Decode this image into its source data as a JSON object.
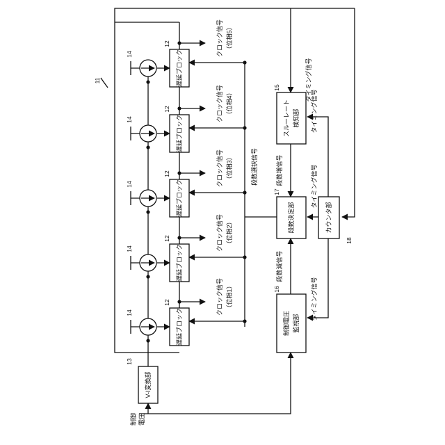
{
  "figure_ref": "11",
  "delay_blocks": [
    {
      "label": "遅延ブロック",
      "ref": "12",
      "source_ref": "14",
      "output": "クロック信号",
      "phase": "（位相1）"
    },
    {
      "label": "遅延ブロック",
      "ref": "12",
      "source_ref": "14",
      "output": "クロック信号",
      "phase": "（位相2）"
    },
    {
      "label": "遅延ブロック",
      "ref": "12",
      "source_ref": "14",
      "output": "クロック信号",
      "phase": "（位相3）"
    },
    {
      "label": "遅延ブロック",
      "ref": "12",
      "source_ref": "14",
      "output": "クロック信号",
      "phase": "（位相4）"
    },
    {
      "label": "遅延ブロック",
      "ref": "12",
      "source_ref": "14",
      "output": "クロック信号",
      "phase": "（位相5）"
    }
  ],
  "vi_converter": {
    "label": "V-I変換部",
    "ref": "13"
  },
  "slew_rate_detector": {
    "label_line1": "スルーレート",
    "label_line2": "検知部",
    "ref": "15"
  },
  "control_voltage_monitor": {
    "label_line1": "制御電圧",
    "label_line2": "監視部",
    "ref": "16"
  },
  "stage_count_decider": {
    "label": "段数決定部",
    "ref": "17"
  },
  "counter": {
    "label": "カウンタ部",
    "ref": "18"
  },
  "signals": {
    "stage_select": "段数選択信号",
    "stage_increase": "段数増信号",
    "stage_decrease": "段数減信号",
    "timing_top": "タイミング信号",
    "timing_slew": "タイミング信号",
    "timing_decider": "タイミング信号",
    "timing_monitor": "タイミング信号"
  },
  "input": {
    "line1": "制御",
    "line2": "電圧"
  }
}
